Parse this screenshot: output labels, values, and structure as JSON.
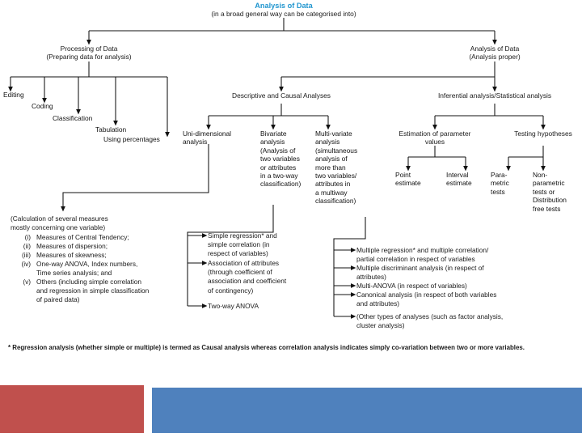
{
  "slide": {
    "title": "Analysis of Data",
    "title_color": "#2196cf",
    "subtitle": "(in a broad general way can be categorised into)"
  },
  "branches": {
    "processing": {
      "label": "Processing of Data",
      "note": "(Preparing data for analysis)",
      "steps": [
        "Editing",
        "Coding",
        "Classification",
        "Tabulation",
        "Using percentages"
      ]
    },
    "analysis": {
      "label": "Analysis of Data",
      "note": "(Analysis proper)",
      "descriptive": {
        "label": "Descriptive and Causal Analyses",
        "children": [
          {
            "label": "Uni-dimensional\nanalysis"
          },
          {
            "label": "Bivariate\nanalysis\n(Analysis of\ntwo variables\nor attributes\nin a two-way\nclassification)"
          },
          {
            "label": "Multi-variate\nanalysis\n(simultaneous\nanalysis of\nmore than\ntwo variables/\nattributes in\na multiway\nclassification)"
          }
        ]
      },
      "inferential": {
        "label": "Inferential analysis/Statistical analysis",
        "children": [
          {
            "label": "Estimation of\nparameter values",
            "children": [
              "Point\nestimate",
              "Interval\nestimate"
            ]
          },
          {
            "label": "Testing\nhypotheses",
            "children": [
              "Para-\nmetric\ntests",
              "Non-\nparametric\ntests or\nDistribution\nfree tests"
            ]
          }
        ]
      }
    }
  },
  "details": {
    "unidimensional": {
      "heading": "(Calculation of several measures\nmostly concerning one variable)",
      "items": [
        {
          "marker": "(i)",
          "text": "Measures of Central Tendency;"
        },
        {
          "marker": "(ii)",
          "text": "Measures of dispersion;"
        },
        {
          "marker": "(iii)",
          "text": "Measures of skewness;"
        },
        {
          "marker": "(iv)",
          "text": "One-way ANOVA, Index numbers,\nTime series analysis; and"
        },
        {
          "marker": "(v)",
          "text": "Others (including simple correlation\nand regression in simple classification\nof paired data)"
        }
      ]
    },
    "bivariate": {
      "items": [
        "Simple regression* and\nsimple correlation (in\nrespect of variables)",
        "Association of attributes\n(through coefficient of\nassociation and coefficient\nof contingency)",
        "Two-way ANOVA"
      ]
    },
    "multivariate": {
      "items": [
        "Multiple regression* and multiple correlation/\npartial correlation in respect of variables",
        "Multiple discriminant analysis (in respect of\nattributes)",
        "Multi-ANOVA (in respect of variables)",
        "Canonical analysis (in respect of both variables\nand attributes)",
        "(Other types of analyses (such as factor analysis,\ncluster analysis)"
      ]
    }
  },
  "footnote": "* Regression analysis (whether simple or multiple) is termed as Causal analysis whereas correlation analysis indicates simply co-variation between two or more variables.",
  "decor": {
    "red_bar_color": "#c0504d",
    "blue_bar_color": "#4f81bd"
  }
}
